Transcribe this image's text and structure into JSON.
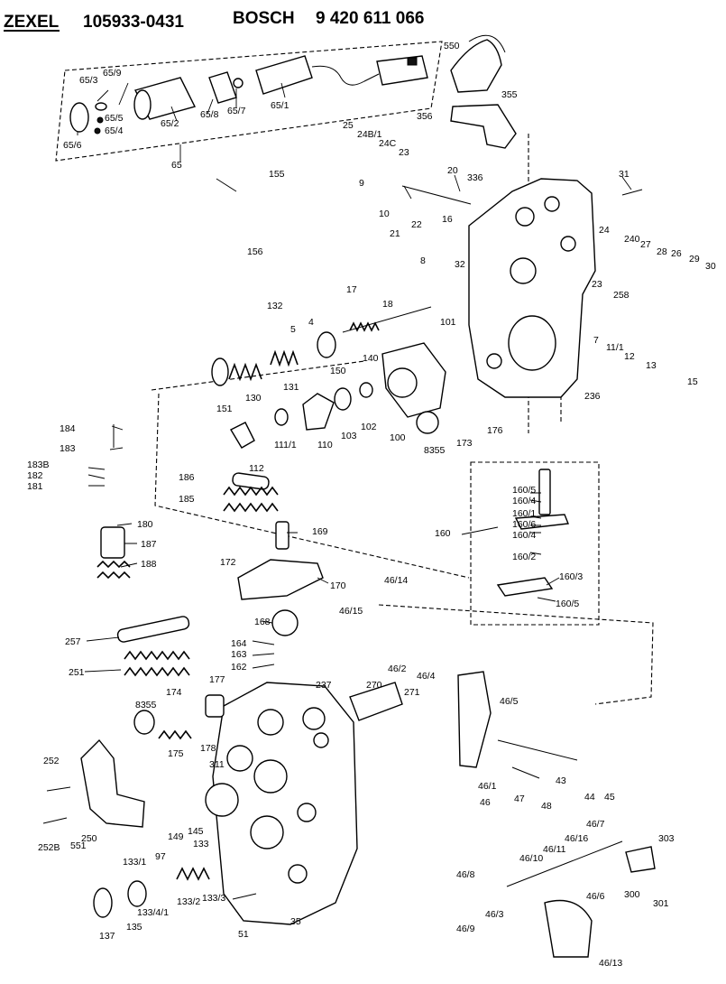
{
  "header": {
    "brand": "ZEXEL",
    "part_number": "105933-0431",
    "maker": "BOSCH",
    "maker_number": "9 420 611 066"
  },
  "callouts": [
    "550",
    "355",
    "356",
    "336",
    "65/3",
    "65/9",
    "65/5",
    "65/4",
    "65/2",
    "65/8",
    "65/7",
    "65/1",
    "65/6",
    "65",
    "25",
    "24B/1",
    "24C",
    "23",
    "20",
    "31",
    "9",
    "10",
    "21",
    "22",
    "155",
    "156",
    "16",
    "32",
    "24",
    "240",
    "27",
    "28",
    "26",
    "29",
    "30",
    "23",
    "258",
    "132",
    "17",
    "18",
    "8",
    "5",
    "4",
    "101",
    "7",
    "11/1",
    "12",
    "13",
    "15",
    "151",
    "130",
    "131",
    "150",
    "140",
    "236",
    "110",
    "103",
    "102",
    "100",
    "8355",
    "173",
    "176",
    "111/1",
    "112",
    "184",
    "183",
    "183B",
    "182",
    "181",
    "180",
    "187",
    "188",
    "186",
    "185",
    "169",
    "160/5",
    "160/4",
    "160/1",
    "160/6",
    "160/4",
    "160/2",
    "160/3",
    "160",
    "160/5",
    "172",
    "170",
    "46/14",
    "46/15",
    "168",
    "164",
    "163",
    "162",
    "257",
    "251",
    "46/2",
    "46/4",
    "46/5",
    "174",
    "177",
    "237",
    "270",
    "271",
    "8355",
    "178",
    "175",
    "311",
    "252",
    "46/1",
    "46",
    "43",
    "47",
    "48",
    "44",
    "45",
    "46/7",
    "303",
    "46/16",
    "46/11",
    "46/10",
    "252B",
    "551",
    "250",
    "97",
    "149",
    "145",
    "133",
    "46/8",
    "300",
    "301",
    "133/1",
    "133/3",
    "46/6",
    "133/2",
    "46/3",
    "46/9",
    "137",
    "135",
    "133/4/1",
    "51",
    "35",
    "46/13"
  ]
}
